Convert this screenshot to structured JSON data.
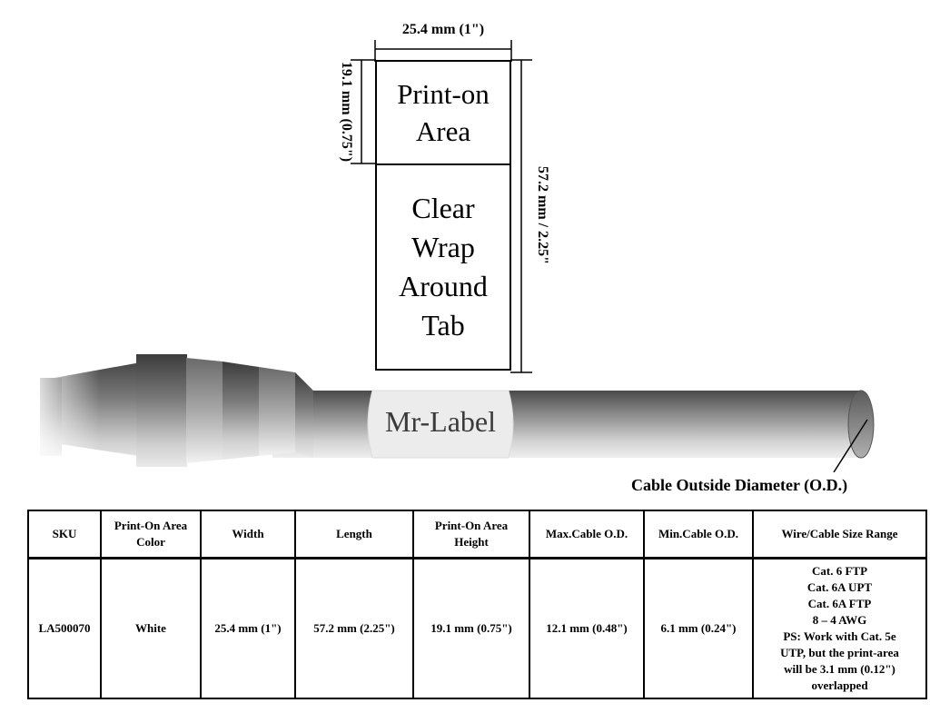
{
  "diagram": {
    "width_dim": "25.4 mm (1\")",
    "print_height_dim": "19.1 mm (0.75\")",
    "total_length_dim": "57.2 mm / 2.25\"",
    "print_area_label": "Print-on\nArea",
    "clear_area_label": "Clear\nWrap\nAround\nTab",
    "cable_label_text": "Mr-Label",
    "od_caption": "Cable Outside Diameter (O.D.)"
  },
  "table": {
    "headers": [
      "SKU",
      "Print-On Area Color",
      "Width",
      "Length",
      "Print-On Area Height",
      "Max.Cable O.D.",
      "Min.Cable O.D.",
      "Wire/Cable Size Range"
    ],
    "row": {
      "sku": "LA500070",
      "color": "White",
      "width": "25.4 mm (1\")",
      "length": "57.2 mm (2.25\")",
      "print_height": "19.1 mm (0.75\")",
      "max_od": "12.1 mm (0.48\")",
      "min_od": "6.1 mm (0.24\")",
      "wire_range": [
        "Cat. 6 FTP",
        "Cat. 6A UPT",
        "Cat. 6A FTP",
        "8 – 4 AWG",
        "PS: Work with Cat. 5e",
        "UTP, but the print-area",
        "will be 3.1 mm (0.12\")",
        "overlapped"
      ]
    }
  }
}
